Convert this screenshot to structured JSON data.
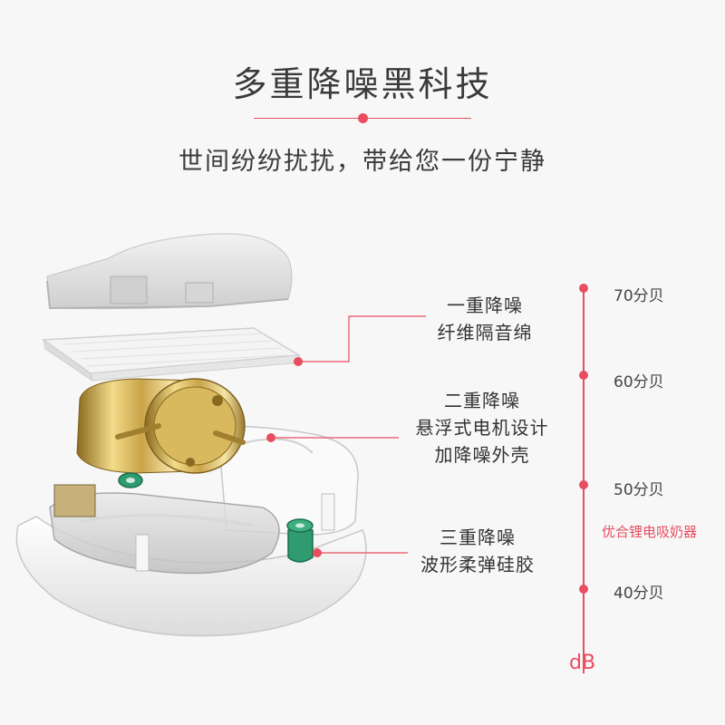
{
  "header": {
    "title": "多重降噪黑科技",
    "subtitle": "世间纷纷扰扰，带给您一份宁静"
  },
  "callouts": [
    {
      "line1": "一重降噪",
      "line2": "纤维隔音绵"
    },
    {
      "line1": "二重降噪",
      "line2": "悬浮式电机设计",
      "line3": "加降噪外壳"
    },
    {
      "line1": "三重降噪",
      "line2": "波形柔弹硅胶"
    }
  ],
  "scale": {
    "ticks": [
      {
        "value": 70,
        "label": "70分贝"
      },
      {
        "value": 60,
        "label": "60分贝"
      },
      {
        "value": 50,
        "label": "50分贝"
      },
      {
        "value": 40,
        "label": "40分贝"
      }
    ],
    "product_label": "优合锂电吸奶器",
    "unit": "dB"
  },
  "colors": {
    "accent": "#e84d60",
    "background": "#f7f7f7",
    "text": "#3a3a3a"
  }
}
